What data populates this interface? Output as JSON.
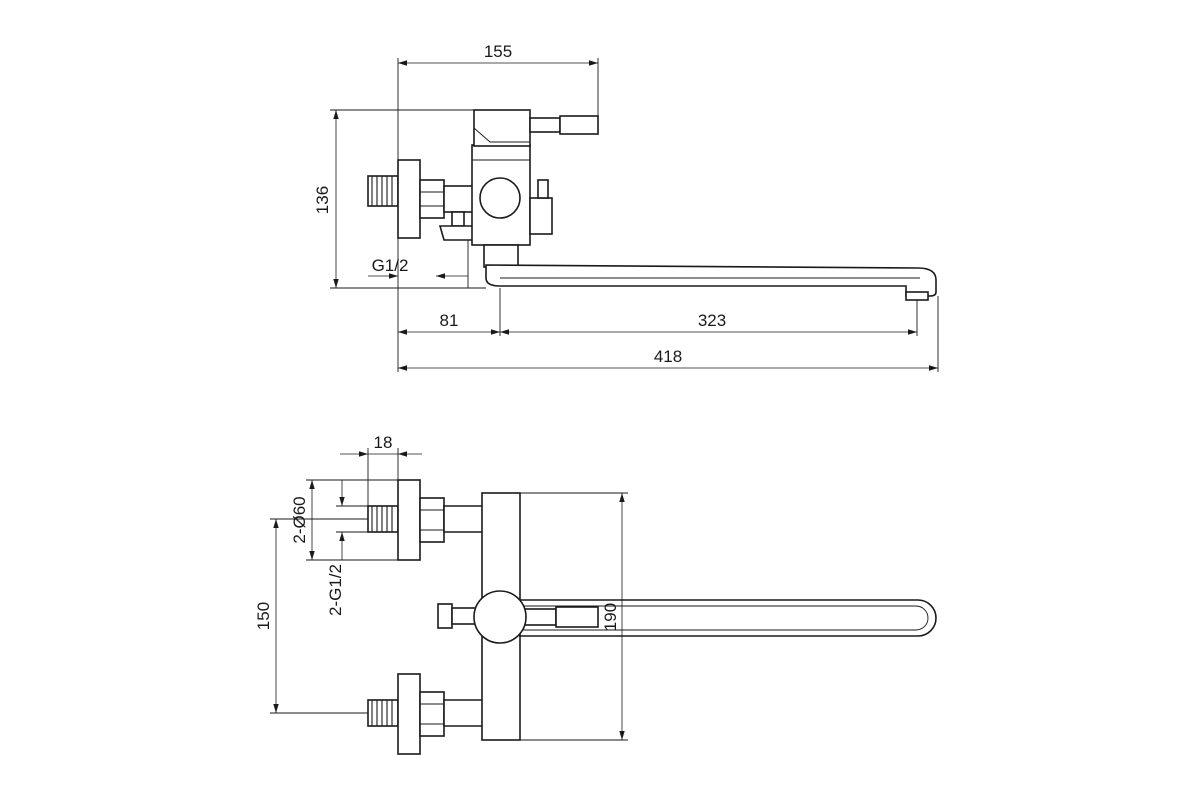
{
  "side_view": {
    "dim_top_width": "155",
    "dim_height": "136",
    "thread_label": "G1/2",
    "dim_offset": "81",
    "dim_spout": "323",
    "dim_total": "418"
  },
  "top_view": {
    "dim_nut_width": "18",
    "dim_flange_diameter": "2-Ø60",
    "thread_label": "2-G1/2",
    "dim_center_distance": "150",
    "dim_body_length": "190"
  }
}
